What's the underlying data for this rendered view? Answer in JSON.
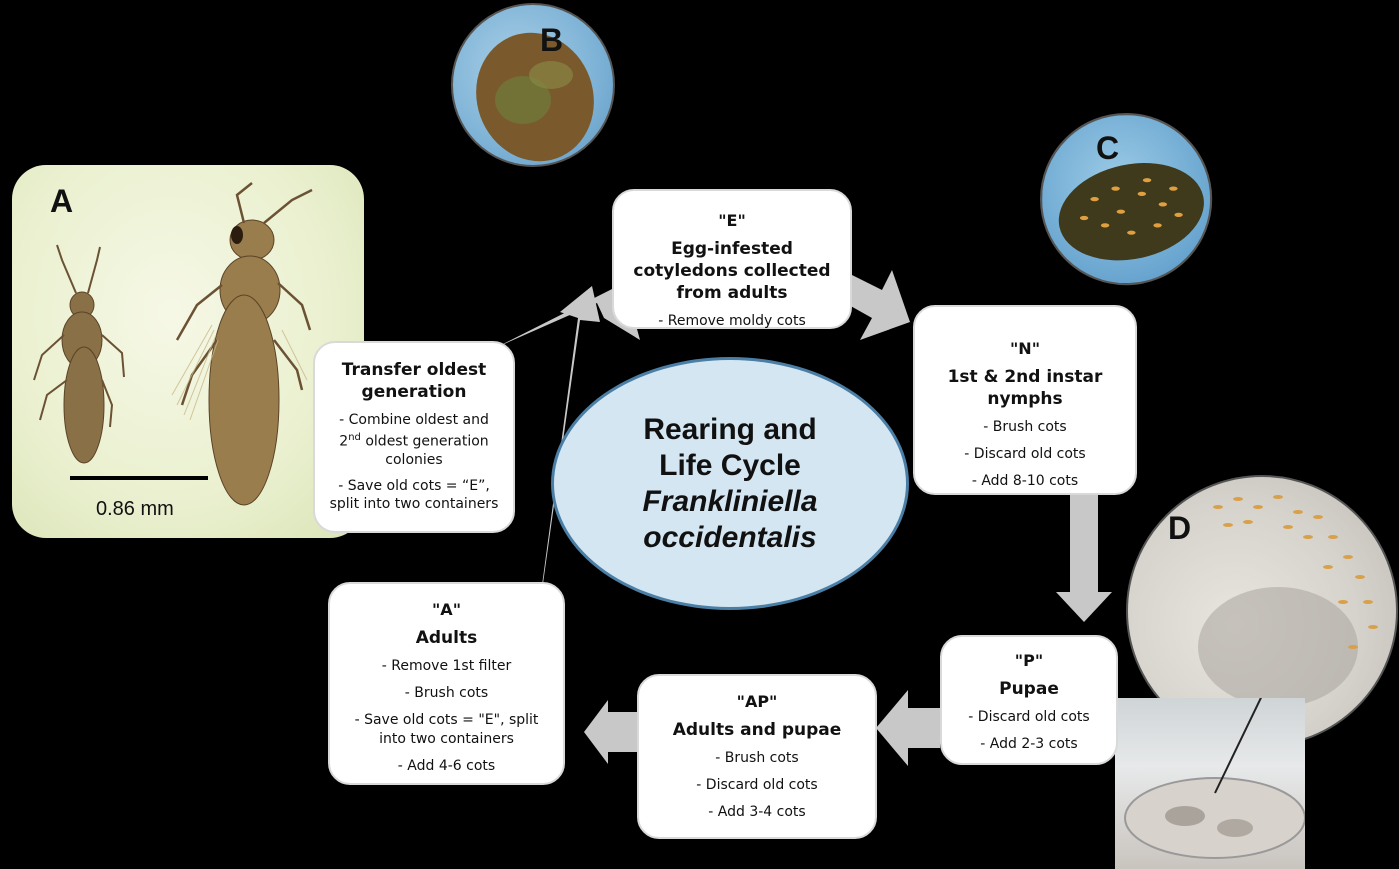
{
  "panels": {
    "a": {
      "letter": "A",
      "scale_label": "0.86 mm"
    },
    "b": {
      "letter": "B"
    },
    "c": {
      "letter": "C"
    },
    "d": {
      "letter": "D"
    }
  },
  "center": {
    "line1": "Rearing and",
    "line2": "Life Cycle",
    "line3": "Frankliniella",
    "line4": "occidentalis"
  },
  "boxes": {
    "e": {
      "code": "\"E\"",
      "title": "Egg-infested cotyledons collected from adults",
      "items": [
        "- Remove moldy cots"
      ]
    },
    "n": {
      "code": "\"N\"",
      "title": "1st & 2nd instar nymphs",
      "items": [
        "- Brush cots",
        "- Discard old cots",
        "- Add 8-10 cots"
      ]
    },
    "p": {
      "code": "\"P\"",
      "title": "Pupae",
      "items": [
        "- Discard old cots",
        "- Add 2-3 cots"
      ]
    },
    "ap": {
      "code": "\"AP\"",
      "title": "Adults and pupae",
      "items": [
        "- Brush cots",
        "- Discard old cots",
        "- Add 3-4 cots"
      ]
    },
    "a": {
      "code": "\"A\"",
      "title": "Adults",
      "items": [
        "- Remove 1st filter",
        "- Brush cots",
        "- Save old cots = \"E\", split into two containers",
        "- Add 4-6 cots"
      ]
    },
    "transfer": {
      "title": "Transfer oldest generation",
      "item1_pre": "- Combine oldest and 2",
      "item1_sup": "nd",
      "item1_post": " oldest generation colonies",
      "item2": "- Save old cots = “E”, split into two containers"
    }
  }
}
